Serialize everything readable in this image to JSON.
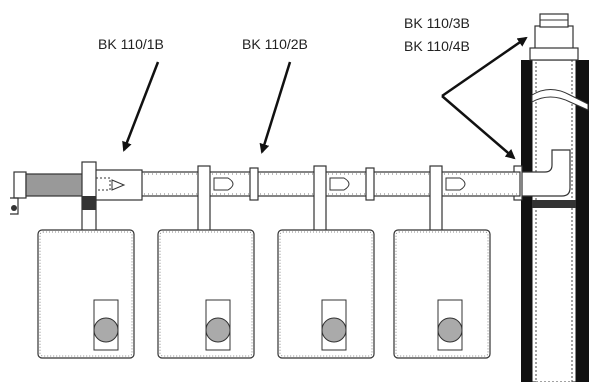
{
  "labels": {
    "bk1": "BK 110/1B",
    "bk2": "BK 110/2B",
    "bk3": "BK 110/3B",
    "bk4": "BK 110/4B"
  },
  "colors": {
    "stroke": "#333333",
    "chimney": "#111111",
    "fill": "#ffffff",
    "knob": "#aaaaaa"
  }
}
